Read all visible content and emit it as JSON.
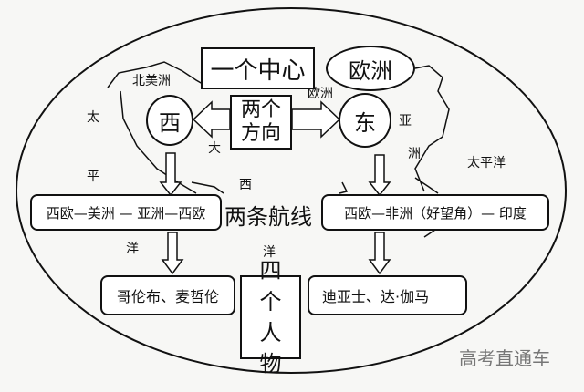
{
  "center": {
    "label": "一个中心",
    "value": "欧洲"
  },
  "directions": {
    "label": "两个方向",
    "west": "西",
    "east": "东"
  },
  "routes": {
    "label": "两条航线",
    "west_route": "西欧—美洲 — 亚洲—西欧",
    "east_route": "西欧—非洲（好望角）— 印度"
  },
  "people": {
    "label": "四个人物",
    "west_people": "哥伦布、麦哲伦",
    "east_people": "迪亚士、达·伽马"
  },
  "map_labels": {
    "north_america": "北美洲",
    "europe": "欧洲",
    "asia": [
      "亚",
      "洲"
    ],
    "pacific_left": [
      "太",
      "平",
      "洋"
    ],
    "atlantic": [
      "大",
      "西",
      "洋"
    ],
    "pacific_right": "太平洋"
  },
  "watermark": "高考直通车"
}
